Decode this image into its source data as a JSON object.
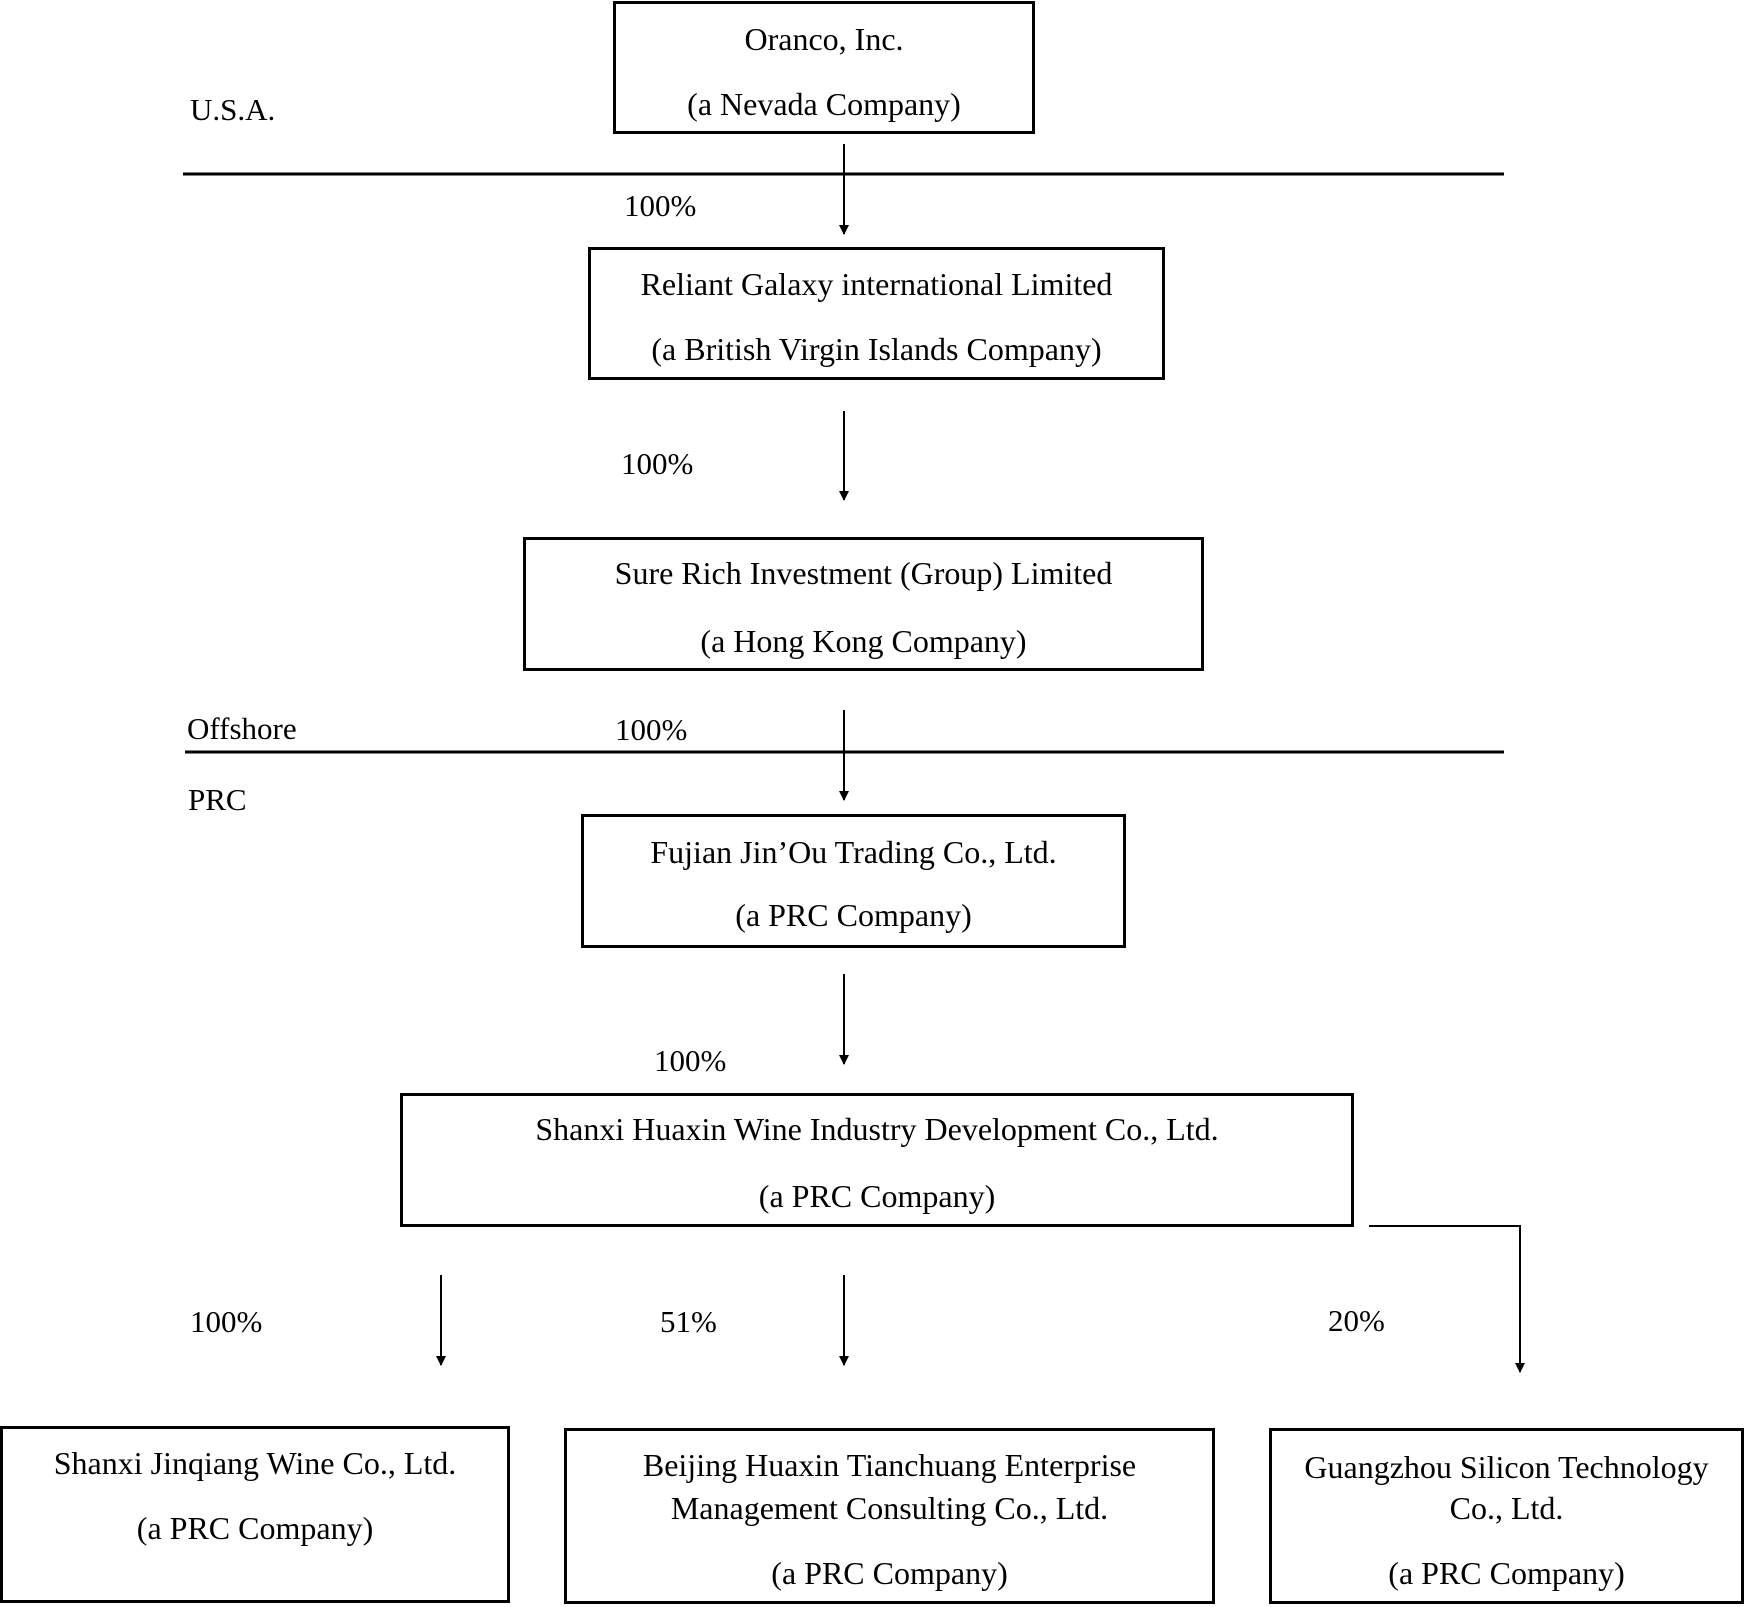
{
  "regions": {
    "usa": "U.S.A.",
    "offshore": "Offshore",
    "prc": "PRC"
  },
  "entities": {
    "oranco": {
      "name": "Oranco, Inc.",
      "type": "(a Nevada Company)"
    },
    "reliant": {
      "name": "Reliant Galaxy international Limited",
      "type": "(a British Virgin Islands Company)"
    },
    "sure_rich": {
      "name": "Sure Rich Investment (Group) Limited",
      "type": "(a Hong Kong Company)"
    },
    "fujian": {
      "name": "Fujian Jin’Ou Trading Co., Ltd.",
      "type": "(a PRC Company)"
    },
    "shanxi_huaxin": {
      "name": "Shanxi Huaxin Wine Industry Development Co., Ltd.",
      "type": "(a PRC Company)"
    },
    "shanxi_jinqiang": {
      "name": "Shanxi Jinqiang Wine Co., Ltd.",
      "type": "(a PRC Company)"
    },
    "beijing": {
      "name_line1": "Beijing Huaxin Tianchuang Enterprise",
      "name_line2": "Management Consulting Co., Ltd.",
      "type": "(a PRC Company)"
    },
    "guangzhou": {
      "name_line1": "Guangzhou Silicon Technology",
      "name_line2": "Co., Ltd.",
      "type": "(a PRC Company)"
    }
  },
  "ownership": {
    "oranco_to_reliant": "100%",
    "reliant_to_sure_rich": "100%",
    "sure_rich_to_fujian": "100%",
    "fujian_to_shanxi_huaxin": "100%",
    "shanxi_huaxin_to_jinqiang": "100%",
    "shanxi_huaxin_to_beijing": "51%",
    "shanxi_huaxin_to_guangzhou": "20%"
  }
}
